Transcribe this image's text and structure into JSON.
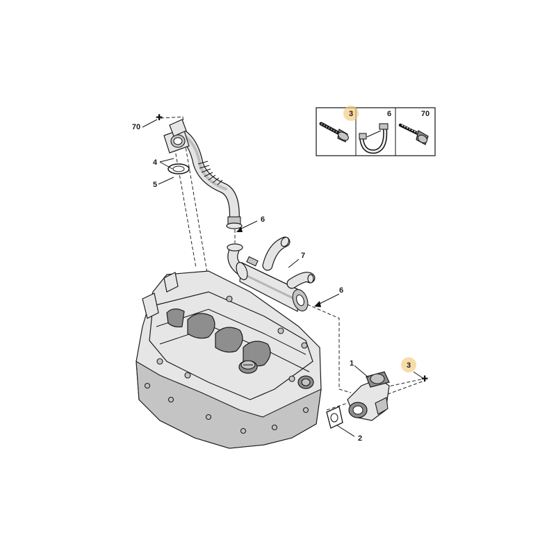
{
  "legend": {
    "cells": [
      {
        "label": "3",
        "highlighted": true,
        "icon": "bolt-icon"
      },
      {
        "label": "6",
        "highlighted": false,
        "icon": "clamp-icon"
      },
      {
        "label": "70",
        "highlighted": false,
        "icon": "screw-icon"
      }
    ]
  },
  "callouts": [
    {
      "key": "c70",
      "label": "70"
    },
    {
      "key": "c4",
      "label": "4"
    },
    {
      "key": "c5",
      "label": "5"
    },
    {
      "key": "c6a",
      "label": "6"
    },
    {
      "key": "c7",
      "label": "7"
    },
    {
      "key": "c6b",
      "label": "6"
    },
    {
      "key": "c1",
      "label": "1"
    },
    {
      "key": "c3",
      "label": "3",
      "highlighted": true
    },
    {
      "key": "c2",
      "label": "2"
    }
  ],
  "colors": {
    "highlight": "#f5c97a",
    "line": "#111111",
    "part_fill": "#e6e6e6"
  }
}
